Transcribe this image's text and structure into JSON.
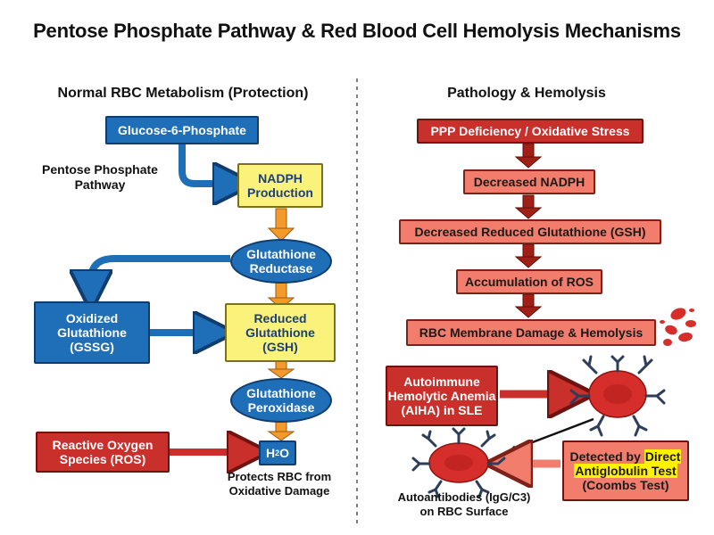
{
  "title": "Pentose Phosphate Pathway & Red Blood Cell Hemolysis Mechanisms",
  "left": {
    "heading": "Normal RBC Metabolism (Protection)",
    "g6p": "Glucose-6-Phosphate",
    "ppp_label": [
      "Pentose Phosphate",
      "Pathway"
    ],
    "nadph": [
      "NADPH",
      "Production"
    ],
    "gr": [
      "Glutathione",
      "Reductase"
    ],
    "gssg": [
      "Oxidized",
      "Glutathione",
      "(GSSG)"
    ],
    "gsh": [
      "Reduced",
      "Glutathione",
      "(GSH)"
    ],
    "gpx": [
      "Glutathione",
      "Peroxidase"
    ],
    "ros": [
      "Reactive Oxygen",
      "Species (ROS)"
    ],
    "h2o_base": "H",
    "h2o_sub": "2",
    "h2o_tail": "O",
    "protects": [
      "Protects RBC from",
      "Oxidative Damage"
    ]
  },
  "right": {
    "heading": "Pathology & Hemolysis",
    "ppp_def": "PPP Deficiency / Oxidative Stress",
    "dec_nadph": "Decreased NADPH",
    "dec_gsh": "Decreased Reduced Glutathione (GSH)",
    "acc_ros": "Accumulation of ROS",
    "membrane": "RBC Membrane Damage & Hemolysis",
    "aiha": [
      "Autoimmune",
      "Hemolytic Anemia",
      "(AIHA) in SLE"
    ],
    "detected_pre": "Detected by ",
    "detected_hl1": "Direct",
    "detected_hl2": "Antiglobulin Test",
    "detected_end": "(Coombs Test)",
    "autoantibodies": [
      "Autoantibodies (IgG/C3)",
      "on RBC Surface"
    ]
  },
  "colors": {
    "blue": "#1f6fb8",
    "yellow": "#fbf27c",
    "red": "#c9302c",
    "salmon": "#f27d6c",
    "orange_arrow": "#f39a2a",
    "dark_red_arrow": "#a01f17",
    "rbc": "#d62e2a"
  }
}
